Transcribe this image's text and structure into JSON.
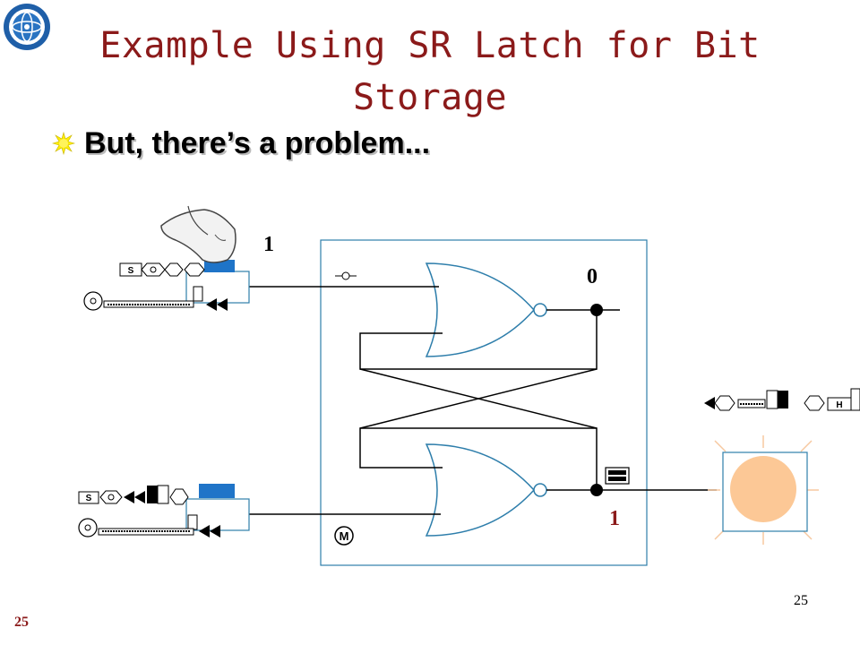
{
  "title": {
    "line1": "Example Using SR Latch for Bit",
    "line2": "Storage"
  },
  "bullet": {
    "text": "But, there’s a problem...",
    "icon": "sun-bullet-icon",
    "color": "#ffee00"
  },
  "diagram": {
    "set_input_value": "1",
    "q_output_value": "0",
    "q_bar_value": "1",
    "set_button_letter": "S",
    "reset_button_letter": "S",
    "marker_letter": "M",
    "light_letter": "H",
    "colors": {
      "wire": "#000000",
      "gate": "#2e7eab",
      "box": "#2e7eab",
      "button_blue": "#1f74c8",
      "label_red": "#8b1a1a",
      "bulb": "#fcc896"
    }
  },
  "footer": {
    "page_number": "25",
    "slide_number": "25"
  }
}
